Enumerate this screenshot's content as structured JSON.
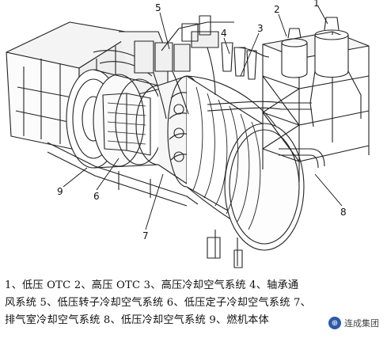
{
  "callouts": [
    "1",
    "2",
    "3",
    "4",
    "5",
    "6",
    "7",
    "8",
    "9"
  ],
  "caption": {
    "line1": "1、低压 OTC  2、高压 OTC  3、高压冷却空气系统  4、轴承通",
    "line2": "风系统  5、低压转子冷却空气系统  6、低压定子冷却空气系统  7、",
    "line3": "排气室冷却空气系统  8、低压冷却空气系统  9、燃机本体"
  },
  "watermark": {
    "badge": "⊕",
    "text": "连成集团"
  }
}
